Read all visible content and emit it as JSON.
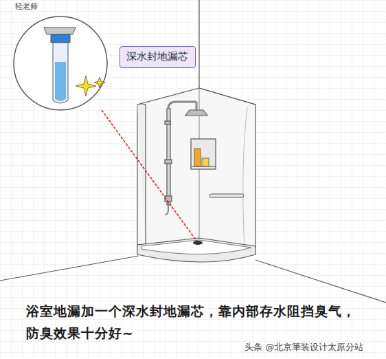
{
  "diagram": {
    "caption": "浴室地漏加一个深水封地漏芯，靠内部存水阻挡臭气，防臭效果十分好~",
    "nodes": [
      {
        "text": [
          "深水封地漏芯"
        ]
      }
    ],
    "labels": [
      "轻老师",
      "头条 @北京筆装设计太原分站"
    ]
  }
}
